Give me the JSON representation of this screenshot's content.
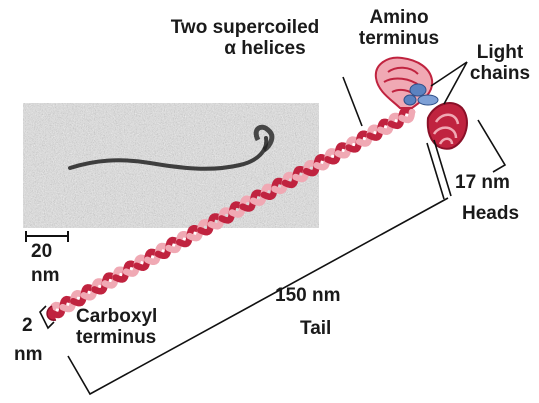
{
  "labels": {
    "two_supercoiled_line1": "Two supercoiled",
    "two_supercoiled_line2": "α helices",
    "amino_line1": "Amino",
    "amino_line2": "terminus",
    "light_line1": "Light",
    "light_line2": "chains",
    "heads_size": "17 nm",
    "heads": "Heads",
    "scale_value": "20",
    "scale_unit": "nm",
    "tail_size": "150 nm",
    "tail": "Tail",
    "width_value": "2",
    "width_unit": "nm",
    "carboxyl_line1": "Carboxyl",
    "carboxyl_line2": "terminus"
  },
  "colors": {
    "dark_helix": "#c0233f",
    "light_helix": "#f0a9b4",
    "light_chain": "#5b82c0",
    "line": "#111111",
    "micrograph_bg": "#c9c9c9"
  }
}
